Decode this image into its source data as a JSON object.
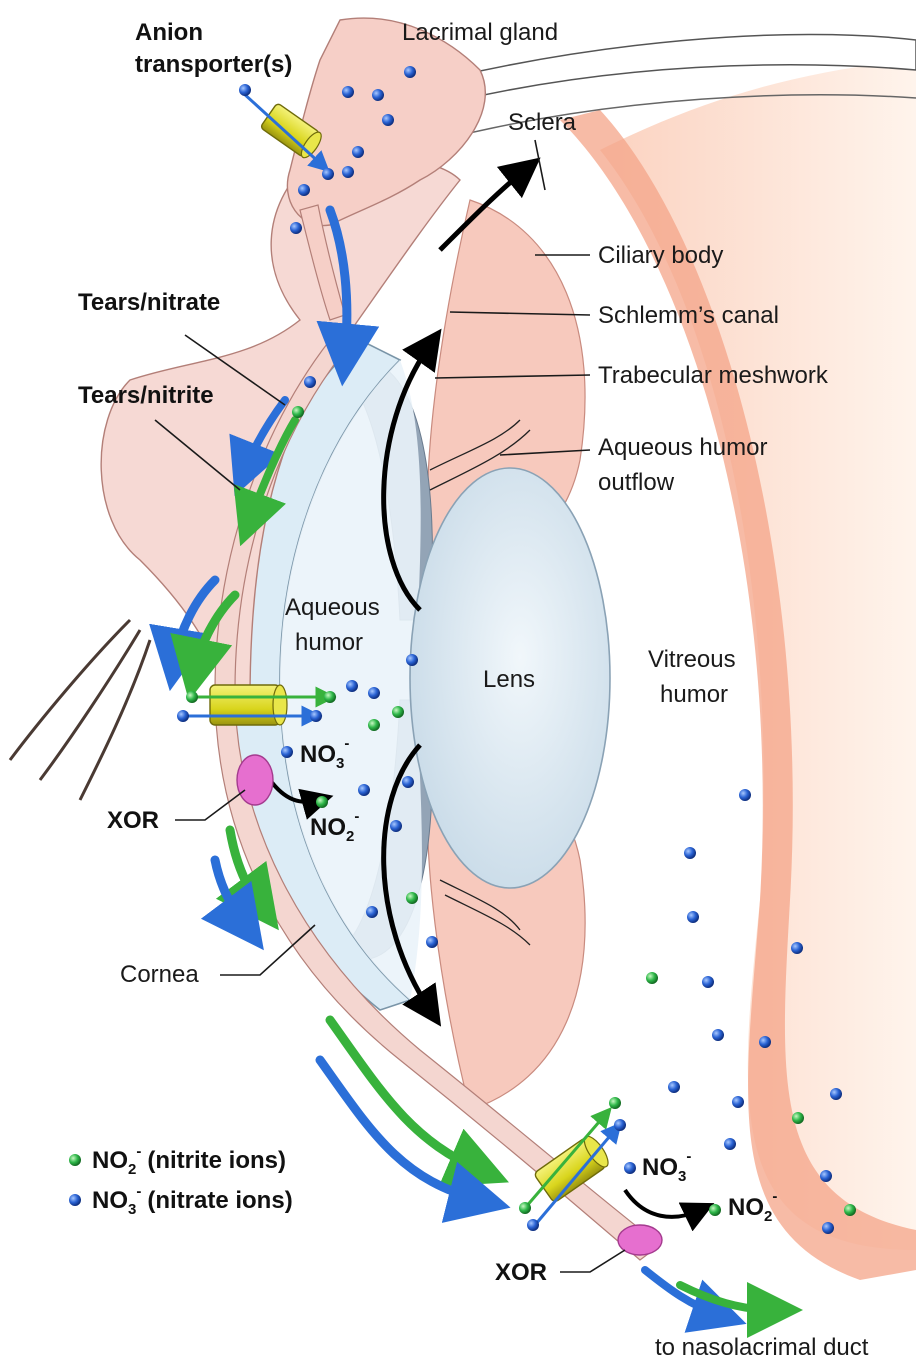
{
  "labels": {
    "anion_transporter_line1": "Anion",
    "anion_transporter_line2": "transporter(s)",
    "lacrimal_gland": "Lacrimal gland",
    "sclera": "Sclera",
    "ciliary_body": "Ciliary body",
    "schlemms_canal": "Schlemm’s canal",
    "trabecular_meshwork": "Trabecular meshwork",
    "aqueous_outflow_line1": "Aqueous humor",
    "aqueous_outflow_line2": "outflow",
    "tears_nitrate": "Tears/nitrate",
    "tears_nitrite": "Tears/nitrite",
    "aqueous_humor_line1": "Aqueous",
    "aqueous_humor_line2": "humor",
    "lens": "Lens",
    "vitreous_line1": "Vitreous",
    "vitreous_line2": "humor",
    "xor_upper": "XOR",
    "xor_lower": "XOR",
    "cornea": "Cornea",
    "to_nasolacrimal_duct": "to nasolacrimal duct"
  },
  "chem": {
    "no3_base": "NO",
    "no3_sub": "3",
    "no2_base": "NO",
    "no2_sub": "2",
    "charge": "-"
  },
  "legend": {
    "nitrite_text": "(nitrite ions)",
    "nitrate_text": "(nitrate ions)"
  },
  "colors": {
    "nitrite_ion": "#2fb84a",
    "nitrate_ion": "#2a63d4",
    "transporter": "#e3e12c",
    "xor_enzyme": "#e66fcf",
    "tissue_pink": "#f6d9d4",
    "choroid_orange": "#f4a488",
    "cornea_blue": "#dcecf6",
    "flow_blue": "#2b6fd8",
    "flow_green": "#38b23c"
  }
}
